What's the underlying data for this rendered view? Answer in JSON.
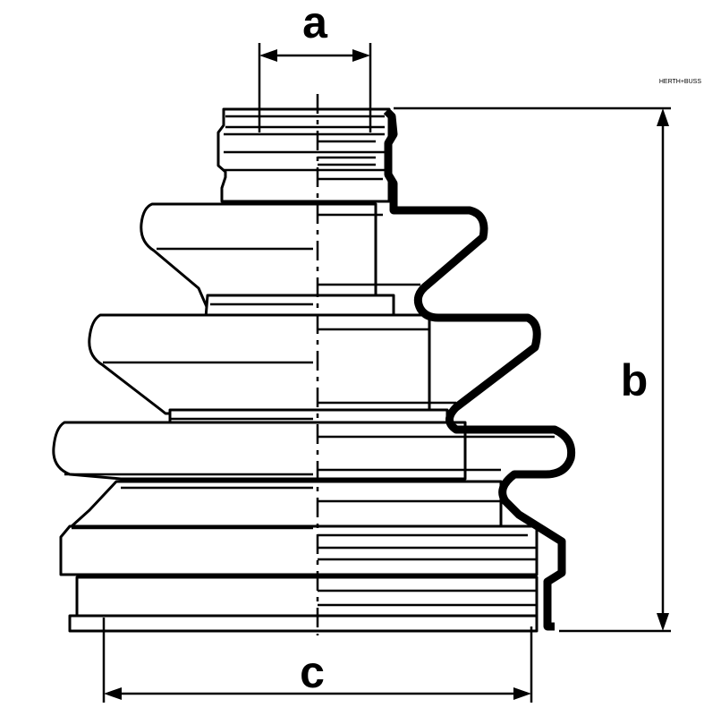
{
  "dimensions": {
    "a": "a",
    "b": "b",
    "c": "c"
  },
  "brand_mark": "HERTH+BUSS"
}
